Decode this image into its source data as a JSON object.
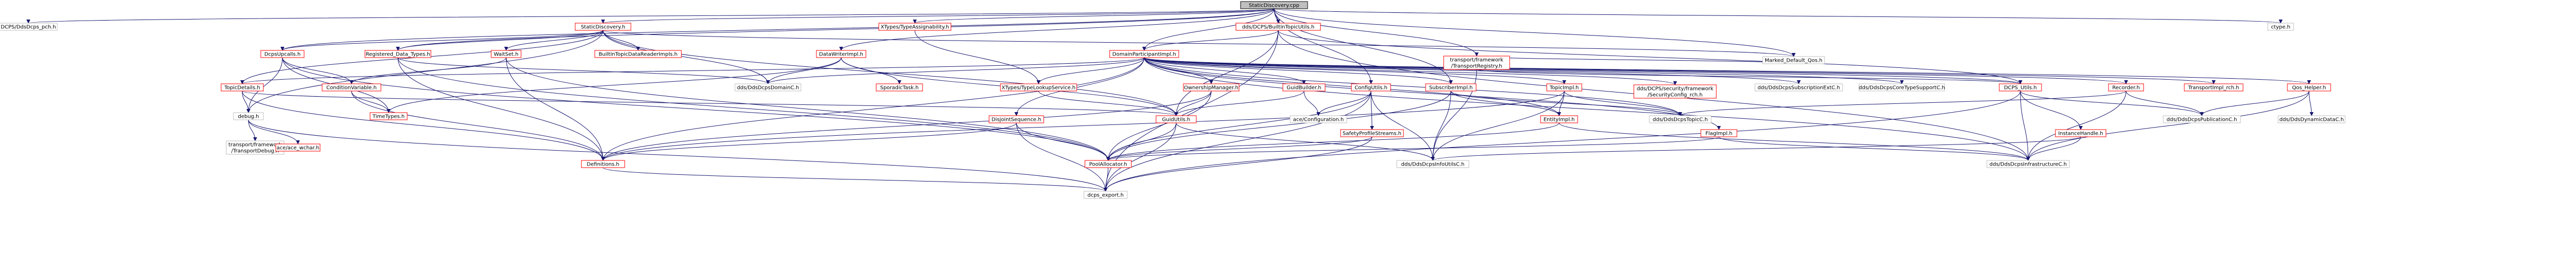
{
  "colors": {
    "root_fill": "#bfbfbf",
    "root_stroke": "#000000",
    "node_fill": "#ffffff",
    "header_stroke": "#bfbfbf",
    "linked_stroke": "#ff0000",
    "text_black": "#000000",
    "edge": "#191970"
  },
  "root": "StaticDiscovery.cpp",
  "nodes": [
    {
      "id": "n0",
      "label": "StaticDiscovery.cpp",
      "kind": "root"
    },
    {
      "id": "n1",
      "label": "DCPS/DdsDcps_pch.h",
      "kind": "header"
    },
    {
      "id": "n2",
      "label": "StaticDiscovery.h",
      "kind": "linked"
    },
    {
      "id": "n3",
      "label": "XTypes/TypeAssignability.h",
      "kind": "linked"
    },
    {
      "id": "n4",
      "label": "dds/DCPS/BuiltInTopicUtils.h",
      "kind": "linked"
    },
    {
      "id": "n5",
      "label": "ctype.h",
      "kind": "header"
    },
    {
      "id": "n6",
      "label": "DcpsUpcalls.h",
      "kind": "linked"
    },
    {
      "id": "n7",
      "label": "Registered_Data_Types.h",
      "kind": "linked"
    },
    {
      "id": "n8",
      "label": "WaitSet.h",
      "kind": "linked"
    },
    {
      "id": "n9",
      "label": "BuiltInTopicDataReaderImpls.h",
      "kind": "linked"
    },
    {
      "id": "n10",
      "label": "DataWriterImpl.h",
      "kind": "linked"
    },
    {
      "id": "n11",
      "label": "DomainParticipantImpl.h",
      "kind": "linked"
    },
    {
      "id": "n12",
      "label": "transport/framework\n/TransportRegistry.h",
      "kind": "linked"
    },
    {
      "id": "n13",
      "label": "Marked_Default_Qos.h",
      "kind": "header"
    },
    {
      "id": "n14",
      "label": "TopicDetails.h",
      "kind": "linked"
    },
    {
      "id": "n15",
      "label": "ConditionVariable.h",
      "kind": "linked"
    },
    {
      "id": "n16",
      "label": "dds/DdsDcpsDomainC.h",
      "kind": "header"
    },
    {
      "id": "n17",
      "label": "SporadicTask.h",
      "kind": "linked"
    },
    {
      "id": "n18",
      "label": "XTypes/TypeLookupService.h",
      "kind": "linked"
    },
    {
      "id": "n19",
      "label": "OwnershipManager.h",
      "kind": "linked"
    },
    {
      "id": "n20",
      "label": "GuidBuilder.h",
      "kind": "linked"
    },
    {
      "id": "n21",
      "label": "ConfigUtils.h",
      "kind": "linked"
    },
    {
      "id": "n22",
      "label": "SubscriberImpl.h",
      "kind": "linked"
    },
    {
      "id": "n23",
      "label": "TopicImpl.h",
      "kind": "linked"
    },
    {
      "id": "n24",
      "label": "dds/DCPS/security/framework\n/SecurityConfig_rch.h",
      "kind": "linked"
    },
    {
      "id": "n25",
      "label": "dds/DdsDcpsSubscriptionExtC.h",
      "kind": "header"
    },
    {
      "id": "n26",
      "label": "dds/DdsDcpsCoreTypeSupportC.h",
      "kind": "header"
    },
    {
      "id": "n27",
      "label": "DCPS_Utils.h",
      "kind": "linked"
    },
    {
      "id": "n28",
      "label": "Recorder.h",
      "kind": "linked"
    },
    {
      "id": "n29",
      "label": "TransportImpl_rch.h",
      "kind": "linked"
    },
    {
      "id": "n30",
      "label": "Qos_Helper.h",
      "kind": "linked"
    },
    {
      "id": "n31",
      "label": "debug.h",
      "kind": "header"
    },
    {
      "id": "n32",
      "label": "TimeTypes.h",
      "kind": "linked"
    },
    {
      "id": "n33",
      "label": "DisjointSequence.h",
      "kind": "linked"
    },
    {
      "id": "n34",
      "label": "GuidUtils.h",
      "kind": "linked"
    },
    {
      "id": "n35",
      "label": "ace/Configuration.h",
      "kind": "header"
    },
    {
      "id": "n36",
      "label": "SafetyProfileStreams.h",
      "kind": "linked"
    },
    {
      "id": "n37",
      "label": "EntityImpl.h",
      "kind": "linked"
    },
    {
      "id": "n38",
      "label": "dds/DdsDcpsTopicC.h",
      "kind": "header"
    },
    {
      "id": "n39",
      "label": "FlagImpl.h",
      "kind": "linked"
    },
    {
      "id": "n40",
      "label": "InstanceHandle.h",
      "kind": "linked"
    },
    {
      "id": "n41",
      "label": "dds/DdsDcpsPublicationC.h",
      "kind": "header"
    },
    {
      "id": "n42",
      "label": "dds/DdsDynamicDataC.h",
      "kind": "header"
    },
    {
      "id": "n43",
      "label": "transport/framework\n/TransportDebug.h",
      "kind": "header"
    },
    {
      "id": "n44",
      "label": "ace/ace_wchar.h",
      "kind": "linked"
    },
    {
      "id": "n45",
      "label": "Definitions.h",
      "kind": "linked"
    },
    {
      "id": "n46",
      "label": "PoolAllocator.h",
      "kind": "linked"
    },
    {
      "id": "n47",
      "label": "dds/DdsDcpsInfoUtilsC.h",
      "kind": "header"
    },
    {
      "id": "n48",
      "label": "dds/DdsDcpsInfrastructureC.h",
      "kind": "header"
    },
    {
      "id": "n49",
      "label": "dcps_export.h",
      "kind": "header"
    }
  ],
  "edges": [
    [
      "n0",
      "n1"
    ],
    [
      "n0",
      "n2"
    ],
    [
      "n0",
      "n3"
    ],
    [
      "n0",
      "n4"
    ],
    [
      "n0",
      "n5"
    ],
    [
      "n0",
      "n6"
    ],
    [
      "n0",
      "n7"
    ],
    [
      "n0",
      "n10"
    ],
    [
      "n0",
      "n11"
    ],
    [
      "n0",
      "n12"
    ],
    [
      "n0",
      "n13"
    ],
    [
      "n0",
      "n21"
    ],
    [
      "n0",
      "n22"
    ],
    [
      "n2",
      "n6"
    ],
    [
      "n2",
      "n7"
    ],
    [
      "n2",
      "n8"
    ],
    [
      "n2",
      "n9"
    ],
    [
      "n2",
      "n13"
    ],
    [
      "n2",
      "n14"
    ],
    [
      "n2",
      "n16"
    ],
    [
      "n2",
      "n34"
    ],
    [
      "n2",
      "n31"
    ],
    [
      "n3",
      "n18"
    ],
    [
      "n4",
      "n11"
    ],
    [
      "n4",
      "n27"
    ],
    [
      "n4",
      "n34"
    ],
    [
      "n4",
      "n48"
    ],
    [
      "n4",
      "n49"
    ],
    [
      "n6",
      "n15"
    ],
    [
      "n6",
      "n32"
    ],
    [
      "n6",
      "n31"
    ],
    [
      "n6",
      "n46"
    ],
    [
      "n7",
      "n16"
    ],
    [
      "n7",
      "n46"
    ],
    [
      "n7",
      "n45"
    ],
    [
      "n8",
      "n15"
    ],
    [
      "n8",
      "n45"
    ],
    [
      "n8",
      "n46"
    ],
    [
      "n10",
      "n16"
    ],
    [
      "n10",
      "n17"
    ],
    [
      "n10",
      "n32"
    ],
    [
      "n10",
      "n34"
    ],
    [
      "n11",
      "n14"
    ],
    [
      "n11",
      "n16"
    ],
    [
      "n11",
      "n18"
    ],
    [
      "n11",
      "n19"
    ],
    [
      "n11",
      "n20"
    ],
    [
      "n11",
      "n22"
    ],
    [
      "n11",
      "n23"
    ],
    [
      "n11",
      "n24"
    ],
    [
      "n11",
      "n25"
    ],
    [
      "n11",
      "n26"
    ],
    [
      "n11",
      "n27"
    ],
    [
      "n11",
      "n28"
    ],
    [
      "n11",
      "n29"
    ],
    [
      "n11",
      "n30"
    ],
    [
      "n11",
      "n37"
    ],
    [
      "n11",
      "n38"
    ],
    [
      "n11",
      "n39"
    ],
    [
      "n11",
      "n33"
    ],
    [
      "n11",
      "n45"
    ],
    [
      "n11",
      "n48"
    ],
    [
      "n12",
      "n13"
    ],
    [
      "n12",
      "n27"
    ],
    [
      "n12",
      "n47"
    ],
    [
      "n14",
      "n31"
    ],
    [
      "n14",
      "n45"
    ],
    [
      "n14",
      "n34"
    ],
    [
      "n15",
      "n32"
    ],
    [
      "n15",
      "n45"
    ],
    [
      "n18",
      "n34"
    ],
    [
      "n19",
      "n34"
    ],
    [
      "n19",
      "n46"
    ],
    [
      "n19",
      "n45"
    ],
    [
      "n20",
      "n34"
    ],
    [
      "n20",
      "n35"
    ],
    [
      "n21",
      "n35"
    ],
    [
      "n21",
      "n46"
    ],
    [
      "n21",
      "n47"
    ],
    [
      "n21",
      "n36"
    ],
    [
      "n21",
      "n49"
    ],
    [
      "n22",
      "n37"
    ],
    [
      "n22",
      "n38"
    ],
    [
      "n22",
      "n46"
    ],
    [
      "n22",
      "n47"
    ],
    [
      "n23",
      "n37"
    ],
    [
      "n23",
      "n38"
    ],
    [
      "n23",
      "n47"
    ],
    [
      "n23",
      "n45"
    ],
    [
      "n27",
      "n40"
    ],
    [
      "n27",
      "n41"
    ],
    [
      "n27",
      "n48"
    ],
    [
      "n27",
      "n49"
    ],
    [
      "n28",
      "n38"
    ],
    [
      "n28",
      "n41"
    ],
    [
      "n28",
      "n48"
    ],
    [
      "n30",
      "n41"
    ],
    [
      "n30",
      "n42"
    ],
    [
      "n30",
      "n48"
    ],
    [
      "n31",
      "n43"
    ],
    [
      "n31",
      "n44"
    ],
    [
      "n31",
      "n49"
    ],
    [
      "n33",
      "n45"
    ],
    [
      "n33",
      "n46"
    ],
    [
      "n33",
      "n49"
    ],
    [
      "n34",
      "n46"
    ],
    [
      "n34",
      "n47"
    ],
    [
      "n34",
      "n49"
    ],
    [
      "n36",
      "n46"
    ],
    [
      "n36",
      "n49"
    ],
    [
      "n37",
      "n46"
    ],
    [
      "n37",
      "n48"
    ],
    [
      "n39",
      "n46"
    ],
    [
      "n39",
      "n48"
    ],
    [
      "n40",
      "n47"
    ],
    [
      "n40",
      "n48"
    ],
    [
      "n46",
      "n49"
    ],
    [
      "n45",
      "n49"
    ]
  ]
}
